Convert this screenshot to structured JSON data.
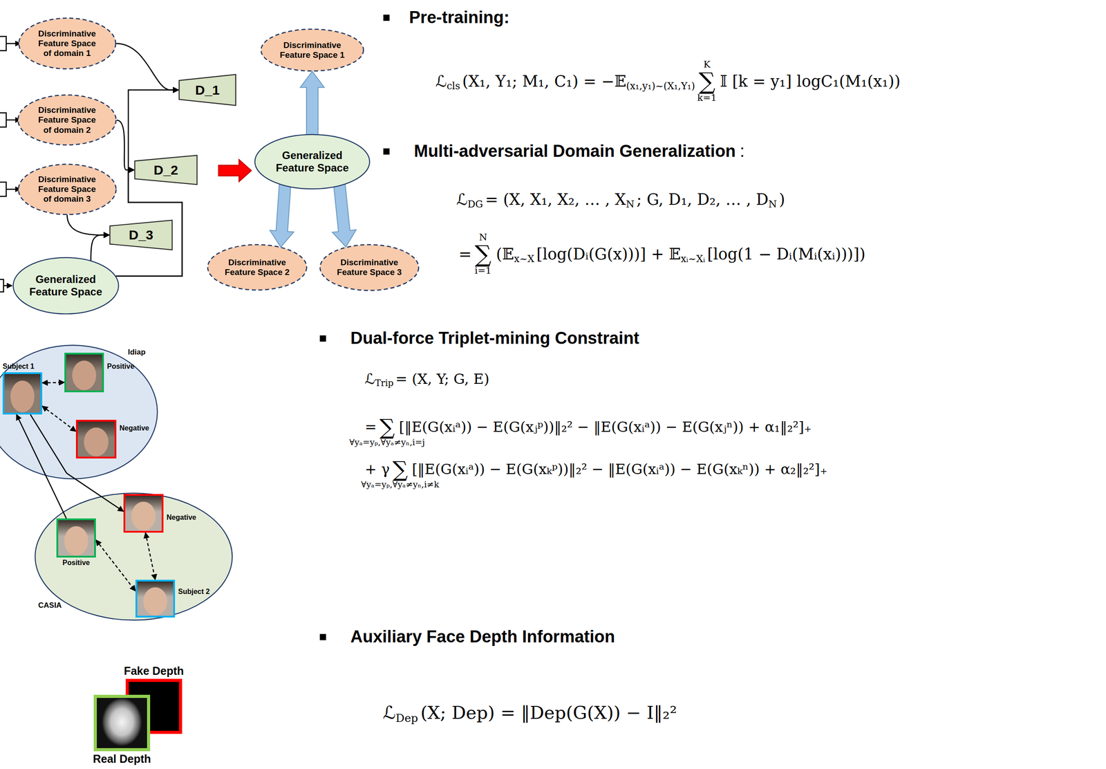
{
  "diagram": {
    "nodes": [
      {
        "text": [
          "Discriminative Feature Space of domain 1"
        ]
      },
      {
        "text": [
          "Discriminative Feature Space of domain 2"
        ]
      },
      {
        "text": [
          "Discriminative Feature Space of domain 3"
        ]
      },
      {
        "text": [
          "Generalized Feature Space"
        ]
      },
      {
        "text": [
          "D_1"
        ]
      },
      {
        "text": [
          "D_2"
        ]
      },
      {
        "text": [
          "D_3"
        ]
      },
      {
        "text": [
          "Discriminative Feature Space 1"
        ]
      },
      {
        "text": [
          "Generalized Feature Space"
        ]
      },
      {
        "text": [
          "Discriminative Feature Space 2"
        ]
      },
      {
        "text": [
          "Discriminative Feature Space 3"
        ]
      },
      {
        "text": [
          "Idiap"
        ]
      },
      {
        "text": [
          "Subject 1"
        ],
        "in": 11
      },
      {
        "text": [
          "Positive"
        ],
        "in": 11
      },
      {
        "text": [
          "Negative"
        ],
        "in": 11
      },
      {
        "text": [
          "CASIA"
        ]
      },
      {
        "text": [
          "Negative"
        ],
        "in": 15
      },
      {
        "text": [
          "Positive"
        ],
        "in": 15
      },
      {
        "text": [
          "Subject 2"
        ],
        "in": 15
      },
      {
        "text": [
          "Fake Depth"
        ]
      },
      {
        "text": [
          "Real Depth"
        ]
      }
    ],
    "edges": [
      {
        "from": 0,
        "to": 4,
        "arrow": "to"
      },
      {
        "from": 3,
        "to": 4,
        "arrow": "to"
      },
      {
        "from": 1,
        "to": 5,
        "arrow": "to"
      },
      {
        "from": 3,
        "to": 5,
        "arrow": "to"
      },
      {
        "from": 2,
        "to": 6,
        "arrow": "to"
      },
      {
        "from": 3,
        "to": 6,
        "arrow": "to"
      },
      {
        "from": 8,
        "to": 7,
        "arrow": "to"
      },
      {
        "from": 8,
        "to": 9,
        "arrow": "to"
      },
      {
        "from": 8,
        "to": 10,
        "arrow": "to"
      },
      {
        "from": 12,
        "to": 13,
        "arrow": "both"
      },
      {
        "from": 12,
        "to": 14,
        "arrow": "both"
      },
      {
        "from": 17,
        "to": 12,
        "arrow": "to"
      },
      {
        "from": 12,
        "to": 16,
        "arrow": "to"
      },
      {
        "from": 17,
        "to": 18,
        "arrow": "both"
      },
      {
        "from": 16,
        "to": 18,
        "arrow": "both"
      }
    ],
    "labels": [
      "Pre-training:",
      "ℒ",
      "cls",
      "(X₁, Y₁; M₁, C₁) = −𝔼",
      "(x₁,y₁)~(X₁,Y₁)",
      "K",
      "∑",
      "k=1",
      "𝕀 [k = y₁] logC₁(M₁(x₁))",
      "Multi-adversarial Domain Generalization",
      ":",
      "ℒ",
      "DG",
      "= (X, X₁, X₂, … , X",
      "N",
      "; G, D₁, D₂, … , D",
      "N",
      ")",
      "=",
      "N",
      "∑",
      "i=1",
      "(𝔼",
      "x~X",
      "[log(Dᵢ(G(x)))] + 𝔼",
      "xᵢ~Xᵢ",
      "[log(1 − Dᵢ(Mᵢ(xᵢ)))])",
      "Dual-force Triplet-mining Constraint",
      "ℒ",
      "Trip",
      "= (X, Y; G, E)",
      "=",
      "∑",
      "∀yₐ=yₚ,∀yₐ≠yₙ,i=j",
      "[‖E(G(xᵢᵃ)) − E(G(xⱼᵖ))‖₂² − ‖E(G(xᵢᵃ)) − E(G(xⱼⁿ)) + α₁‖₂²]₊",
      "+ γ",
      "∑",
      "∀yₐ=yₚ,∀yₐ≠yₙ,i≠k",
      "[‖E(G(xᵢᵃ)) − E(G(xₖᵖ))‖₂² − ‖E(G(xᵢᵃ)) − E(G(xₖⁿ)) + α₂‖₂²]₊",
      "Auxiliary Face Depth Information",
      "ℒ",
      "Dep",
      "(X; Dep) = ‖Dep(G(X)) − I‖₂²"
    ]
  }
}
